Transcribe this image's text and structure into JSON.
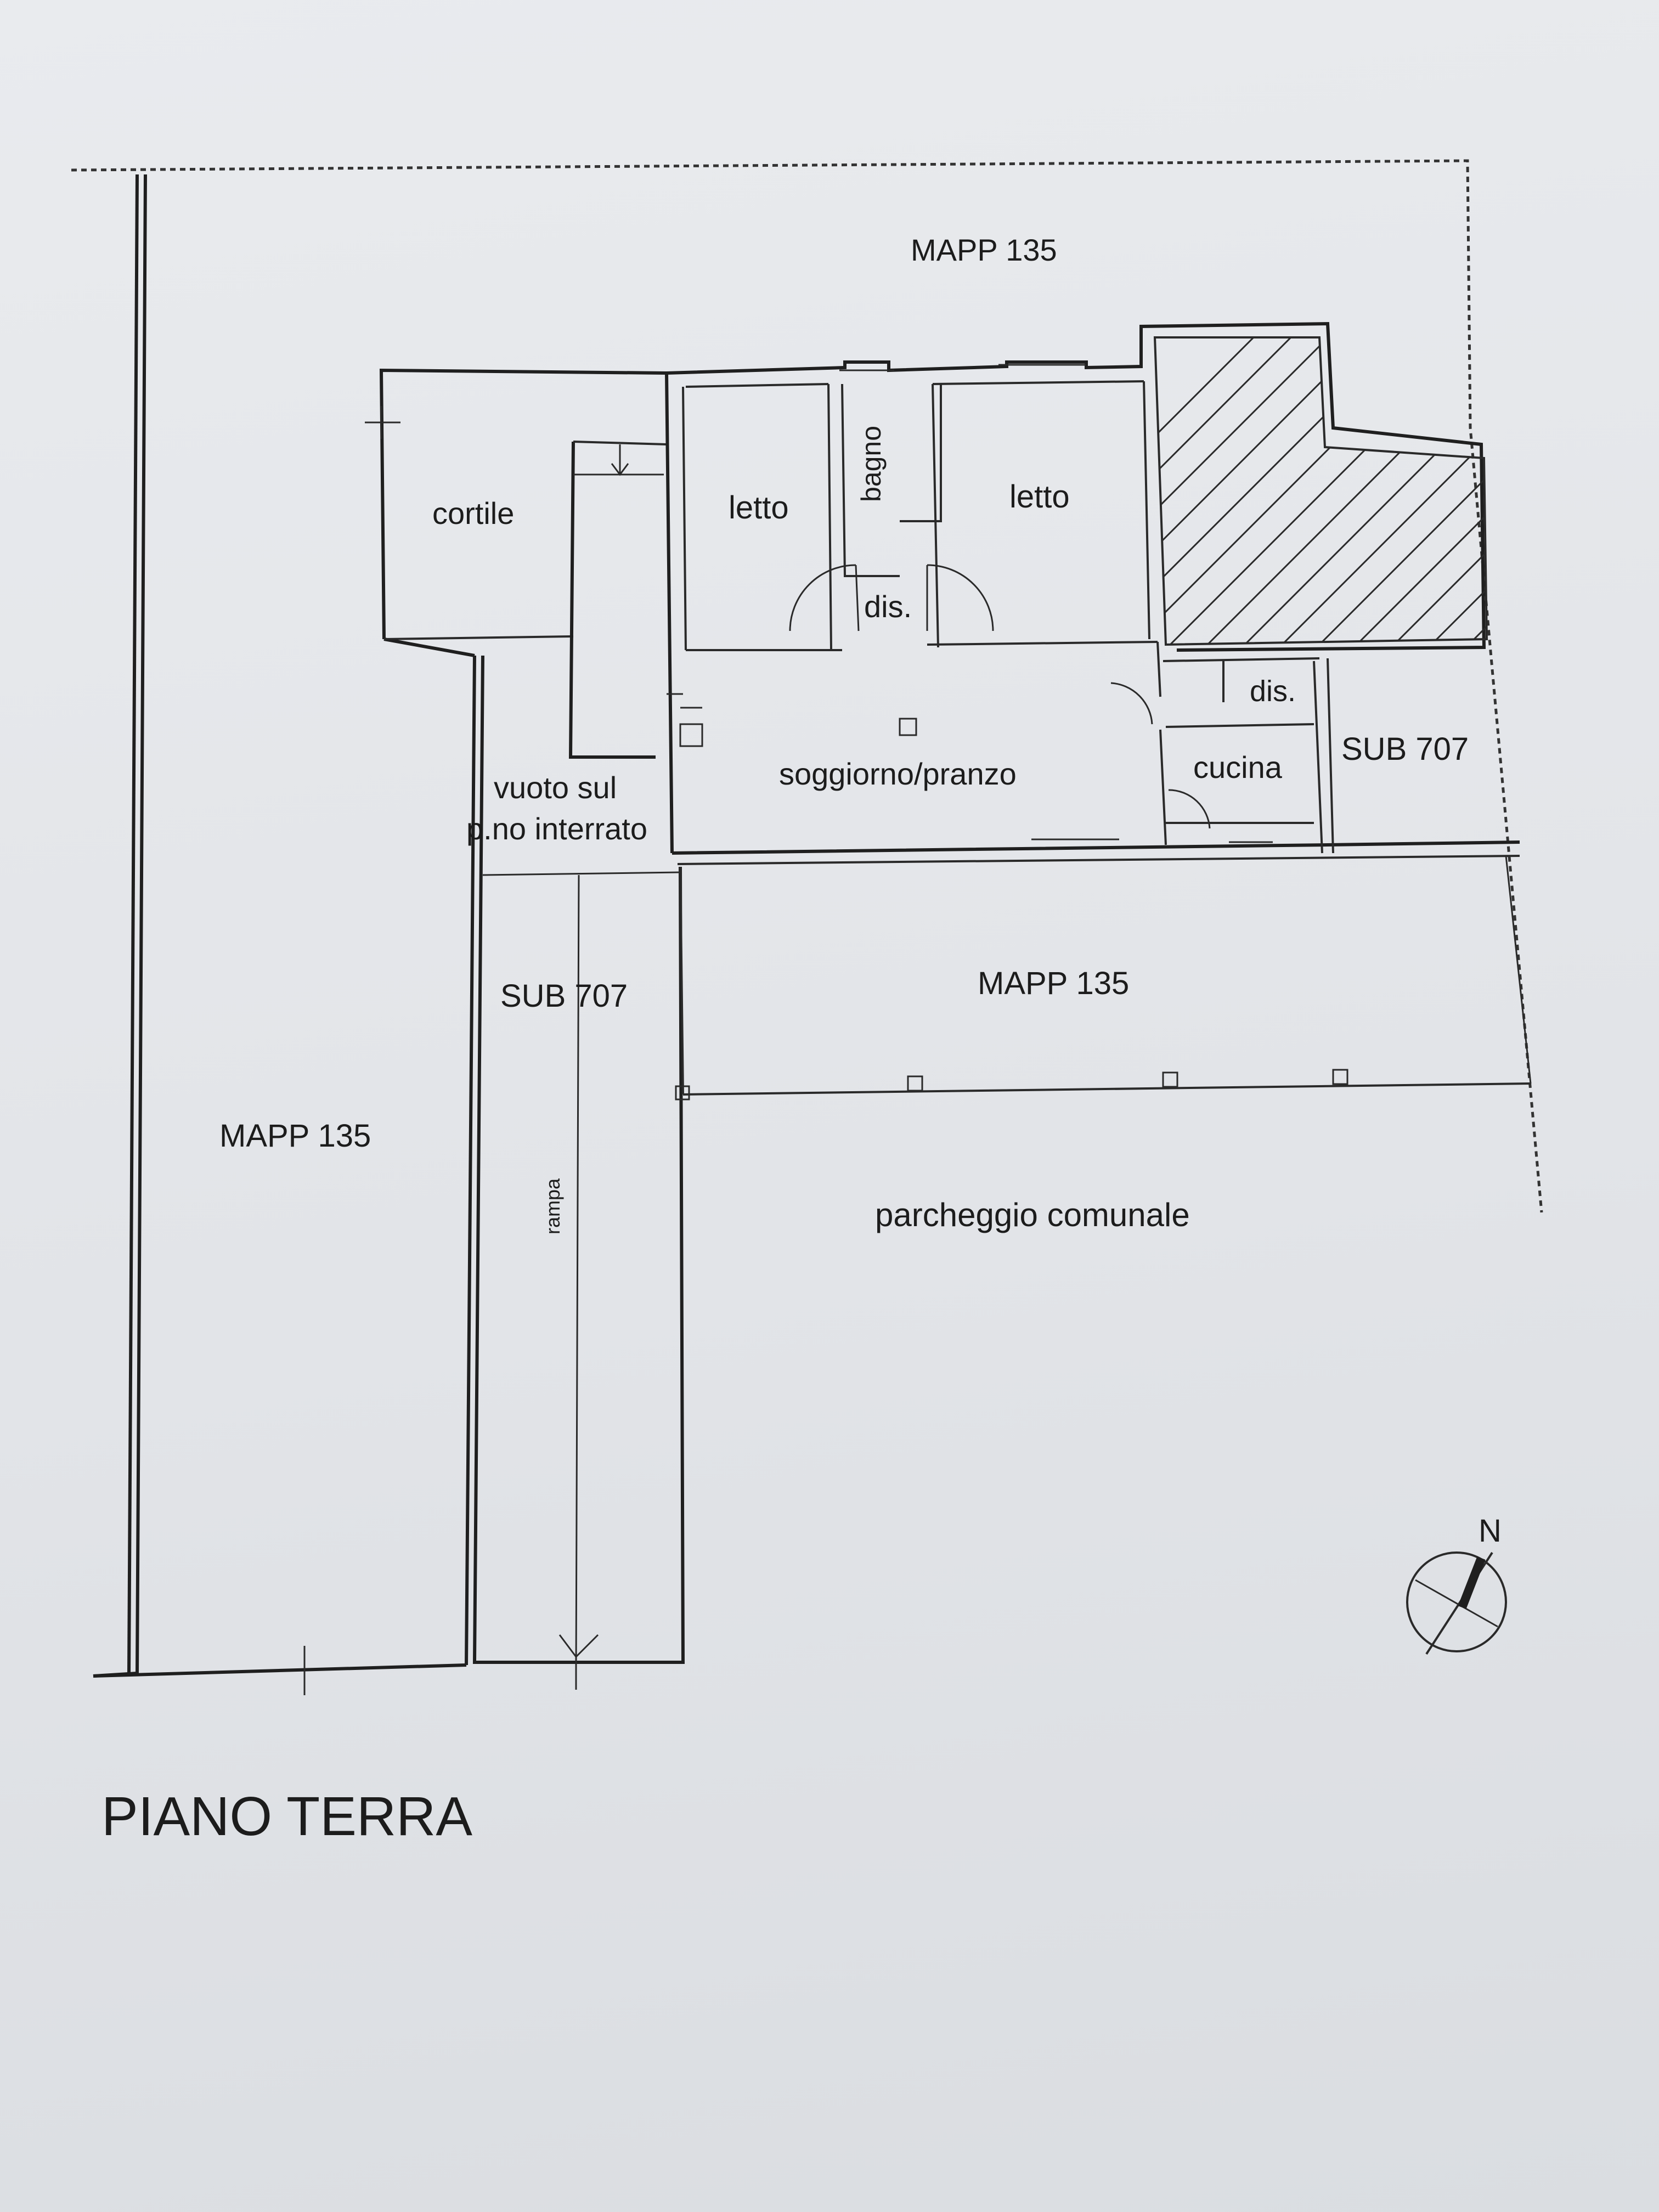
{
  "plan": {
    "title": "PIANO TERRA",
    "labels": {
      "mapp_top": "MAPP 135",
      "mapp_left": "MAPP 135",
      "mapp_mid": "MAPP 135",
      "sub_right": "SUB 707",
      "sub_left": "SUB 707",
      "cortile": "cortile",
      "letto_1": "letto",
      "letto_2": "letto",
      "bagno": "bagno",
      "dis_1": "dis.",
      "dis_2": "dis.",
      "soggiorno": "soggiorno/pranzo",
      "cucina": "cucina",
      "vuoto_1": "vuoto sul",
      "vuoto_2": "p.no interrato",
      "rampa": "rampa",
      "parcheggio": "parcheggio comunale"
    },
    "compass": {
      "letter": "N"
    }
  }
}
